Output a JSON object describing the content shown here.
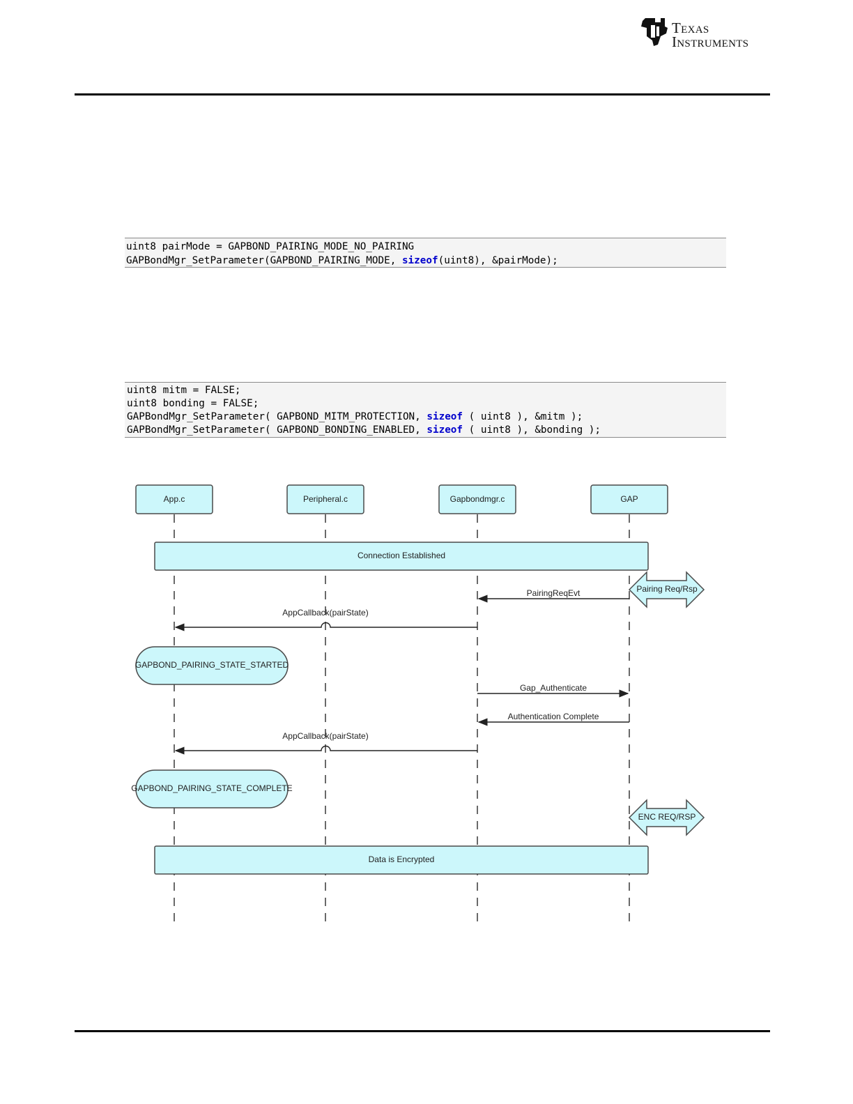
{
  "header": {
    "logo_text_line1": "Texas",
    "logo_text_line2": "Instruments"
  },
  "code_block_1": {
    "lines": [
      [
        {
          "text": "uint8 pairMode = GAPBOND_PAIRING_MODE_NO_PAIRING",
          "kw": false
        }
      ],
      [
        {
          "text": "GAPBondMgr_SetParameter(GAPBOND_PAIRING_MODE, ",
          "kw": false
        },
        {
          "text": "sizeof",
          "kw": true
        },
        {
          "text": "(uint8), &pairMode);",
          "kw": false
        }
      ]
    ]
  },
  "code_block_2": {
    "lines": [
      [
        {
          "text": "uint8 mitm = FALSE;",
          "kw": false
        }
      ],
      [
        {
          "text": "uint8 bonding = FALSE;",
          "kw": false
        }
      ],
      [
        {
          "text": "GAPBondMgr_SetParameter( GAPBOND_MITM_PROTECTION, ",
          "kw": false
        },
        {
          "text": "sizeof",
          "kw": true
        },
        {
          "text": " ( uint8 ), &mitm );",
          "kw": false
        }
      ],
      [
        {
          "text": "GAPBondMgr_SetParameter( GAPBOND_BONDING_ENABLED, ",
          "kw": false
        },
        {
          "text": "sizeof",
          "kw": true
        },
        {
          "text": " ( uint8 ), &bonding );",
          "kw": false
        }
      ]
    ]
  },
  "diagram": {
    "participants": [
      "App.c",
      "Peripheral.c",
      "Gapbondmgr.c",
      "GAP"
    ],
    "bar_connection": "Connection Established",
    "bar_encrypted": "Data is Encrypted",
    "external_pairing": "Pairing Req/Rsp",
    "external_enc": "ENC REQ/RSP",
    "msg_pairing_req_evt": "PairingReqEvt",
    "msg_app_callback_1": "AppCallback(pairState)",
    "state_started": "GAPBOND_PAIRING_STATE_STARTED",
    "msg_gap_authenticate": "Gap_Authenticate",
    "msg_auth_complete": "Authentication Complete",
    "msg_app_callback_2": "AppCallback(pairState)",
    "state_complete": "GAPBOND_PAIRING_STATE_COMPLETE",
    "colors": {
      "box_fill": "#ccf7fb",
      "box_stroke": "#4a4a4a",
      "lifeline": "#444444",
      "arrow": "#222222"
    }
  }
}
